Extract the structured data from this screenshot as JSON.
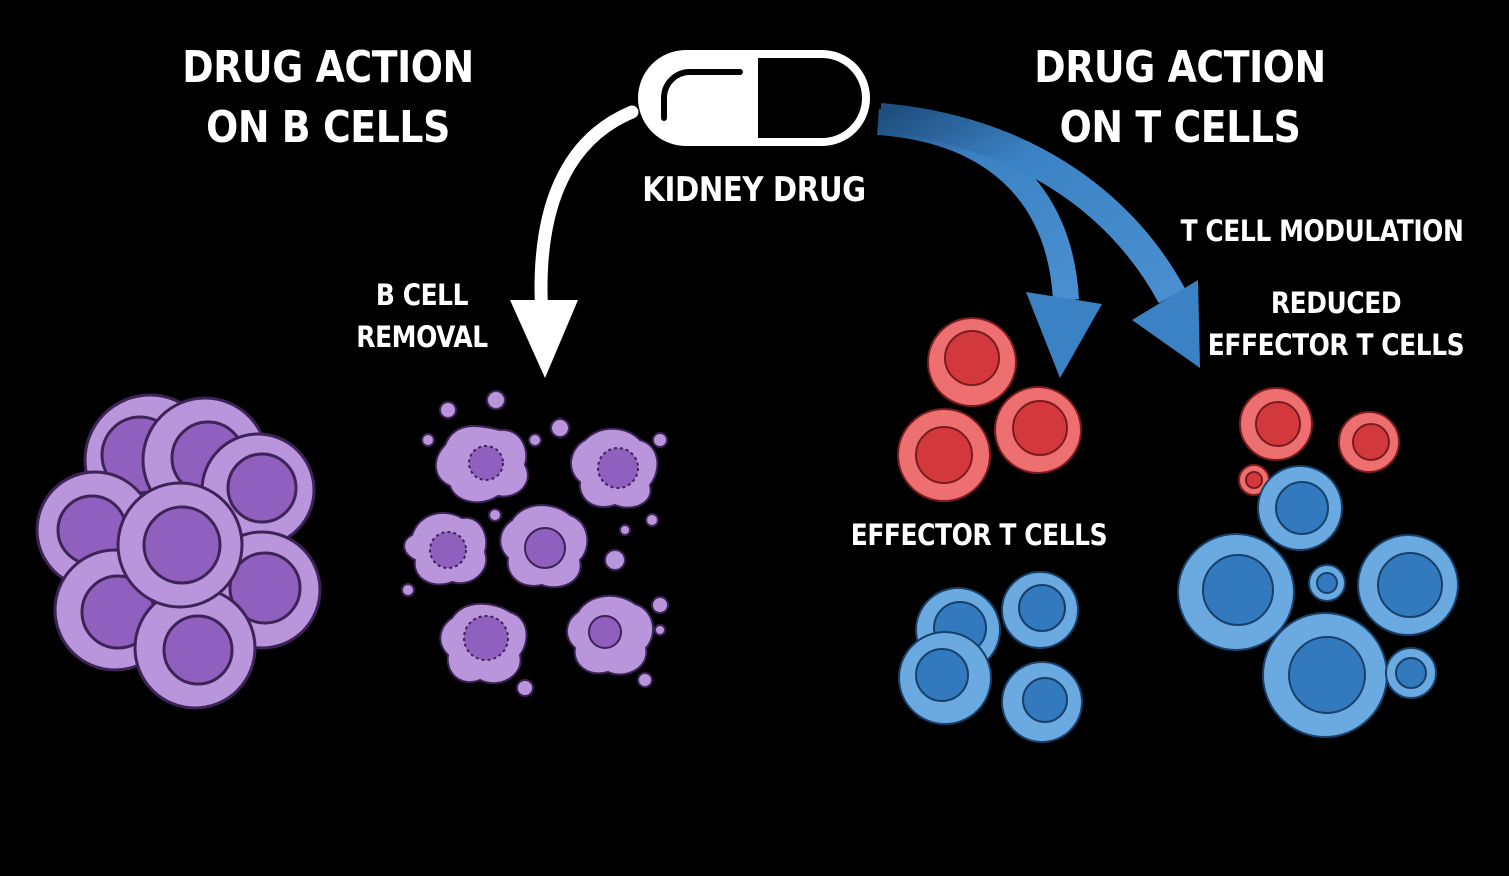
{
  "titles": {
    "b_cells": [
      "DRUG ACTION",
      "ON B CELLS"
    ],
    "t_cells": [
      "DRUG ACTION",
      "ON T CELLS"
    ]
  },
  "drug_label": "KIDNEY DRUG",
  "b_cell_removal": [
    "B CELL",
    "REMOVAL"
  ],
  "t_cell_modulation": "T CELL MODULATION",
  "reduced_effector": [
    "REDUCED",
    "EFFECTOR T CELLS"
  ],
  "effector_t_cells": "EFFECTOR T CELLS",
  "colors": {
    "background": "#000000",
    "text": "#ffffff",
    "b_cell_outer": "#b995dc",
    "b_cell_inner": "#8f60bd",
    "b_cell_outline": "#3d2358",
    "effector_outer": "#ee6f70",
    "effector_inner": "#d3383c",
    "regulatory_outer": "#6aaae0",
    "regulatory_inner": "#3279bd",
    "arrow_blue": "#3b82c4",
    "arrow_white": "#ffffff"
  }
}
